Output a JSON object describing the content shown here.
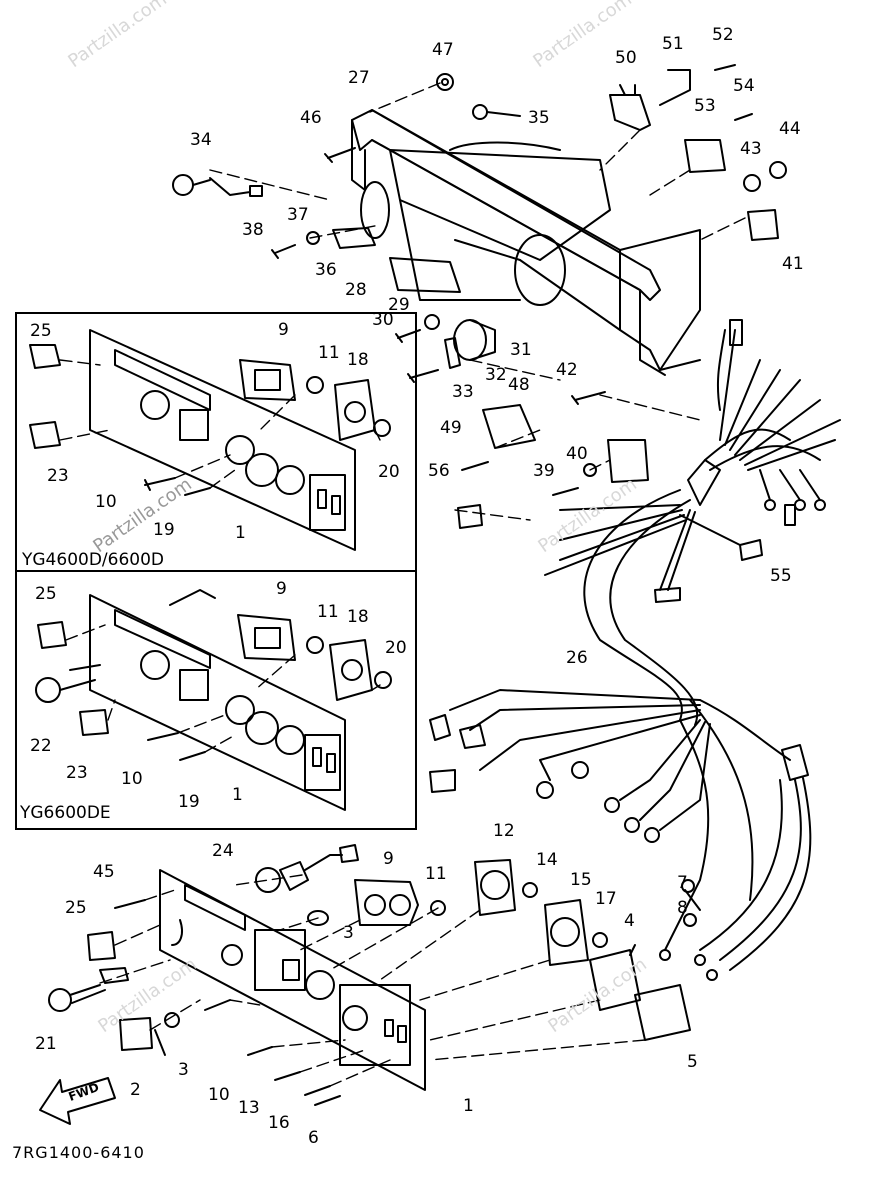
{
  "diagram": {
    "inset_1_title": "YG4600D/6600D",
    "inset_2_title": "YG6600DE",
    "footer_code": "7RG1400-6410",
    "fwd_label": "FWD",
    "watermark": "Partzilla.com",
    "callouts_main": {
      "c1": "1",
      "c2": "2",
      "c3a": "3",
      "c3b": "3",
      "c4": "4",
      "c5": "5",
      "c6": "6",
      "c7": "7",
      "c8": "8",
      "c9": "9",
      "c10": "10",
      "c11": "11",
      "c12": "12",
      "c13": "13",
      "c14": "14",
      "c15": "15",
      "c16": "16",
      "c17": "17",
      "c21": "21",
      "c24": "24",
      "c25": "25",
      "c26": "26",
      "c27": "27",
      "c28": "28",
      "c29": "29",
      "c30": "30",
      "c31": "31",
      "c32": "32",
      "c33": "33",
      "c34": "34",
      "c35": "35",
      "c36": "36",
      "c37": "37",
      "c38": "38",
      "c39": "39",
      "c40": "40",
      "c41": "41",
      "c42": "42",
      "c43": "43",
      "c44": "44",
      "c45": "45",
      "c46": "46",
      "c47": "47",
      "c48": "48",
      "c49": "49",
      "c50": "50",
      "c51": "51",
      "c52": "52",
      "c53": "53",
      "c54": "54",
      "c55": "55",
      "c56": "56"
    },
    "callouts_inset1": {
      "c25": "25",
      "c9": "9",
      "c11": "11",
      "c18": "18",
      "c23": "23",
      "c10": "10",
      "c19": "19",
      "c1": "1",
      "c20": "20"
    },
    "callouts_inset2": {
      "c25": "25",
      "c9": "9",
      "c11": "11",
      "c18": "18",
      "c20": "20",
      "c22": "22",
      "c23": "23",
      "c10": "10",
      "c19": "19",
      "c1": "1"
    }
  }
}
